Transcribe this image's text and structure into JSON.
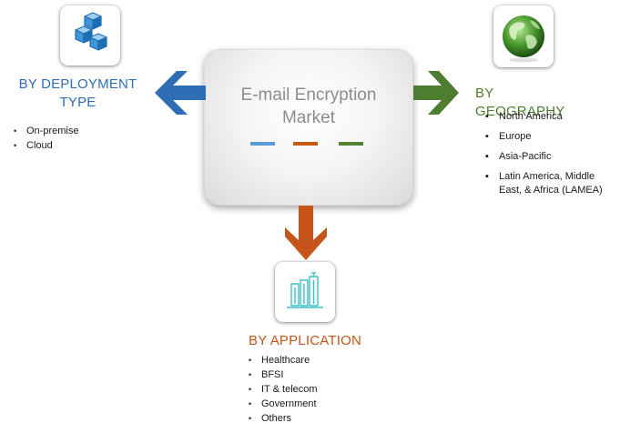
{
  "center": {
    "title_line1": "E-mail Encryption",
    "title_line2": "Market"
  },
  "colors": {
    "blue": "#2f6eb5",
    "orange": "#c5541a",
    "green": "#4d7d2e",
    "dash_blue": "#5b9bd5",
    "dash_orange": "#c55a11",
    "dash_green": "#548235"
  },
  "deployment": {
    "icon": "cubes-icon",
    "heading_line1": "BY DEPLOYMENT",
    "heading_line2": "TYPE",
    "items": [
      "On-premise",
      "Cloud"
    ]
  },
  "geography": {
    "icon": "globe-icon",
    "heading": "BY GEOGRAPHY",
    "items": [
      "North America",
      "Europe",
      "Asia-Pacific",
      "Latin America, Middle",
      "East, & Africa (LAMEA)"
    ]
  },
  "application": {
    "icon": "buildings-icon",
    "heading": "BY APPLICATION",
    "items": [
      "Healthcare",
      "BFSI",
      "IT & telecom",
      "Government",
      "Others"
    ]
  }
}
